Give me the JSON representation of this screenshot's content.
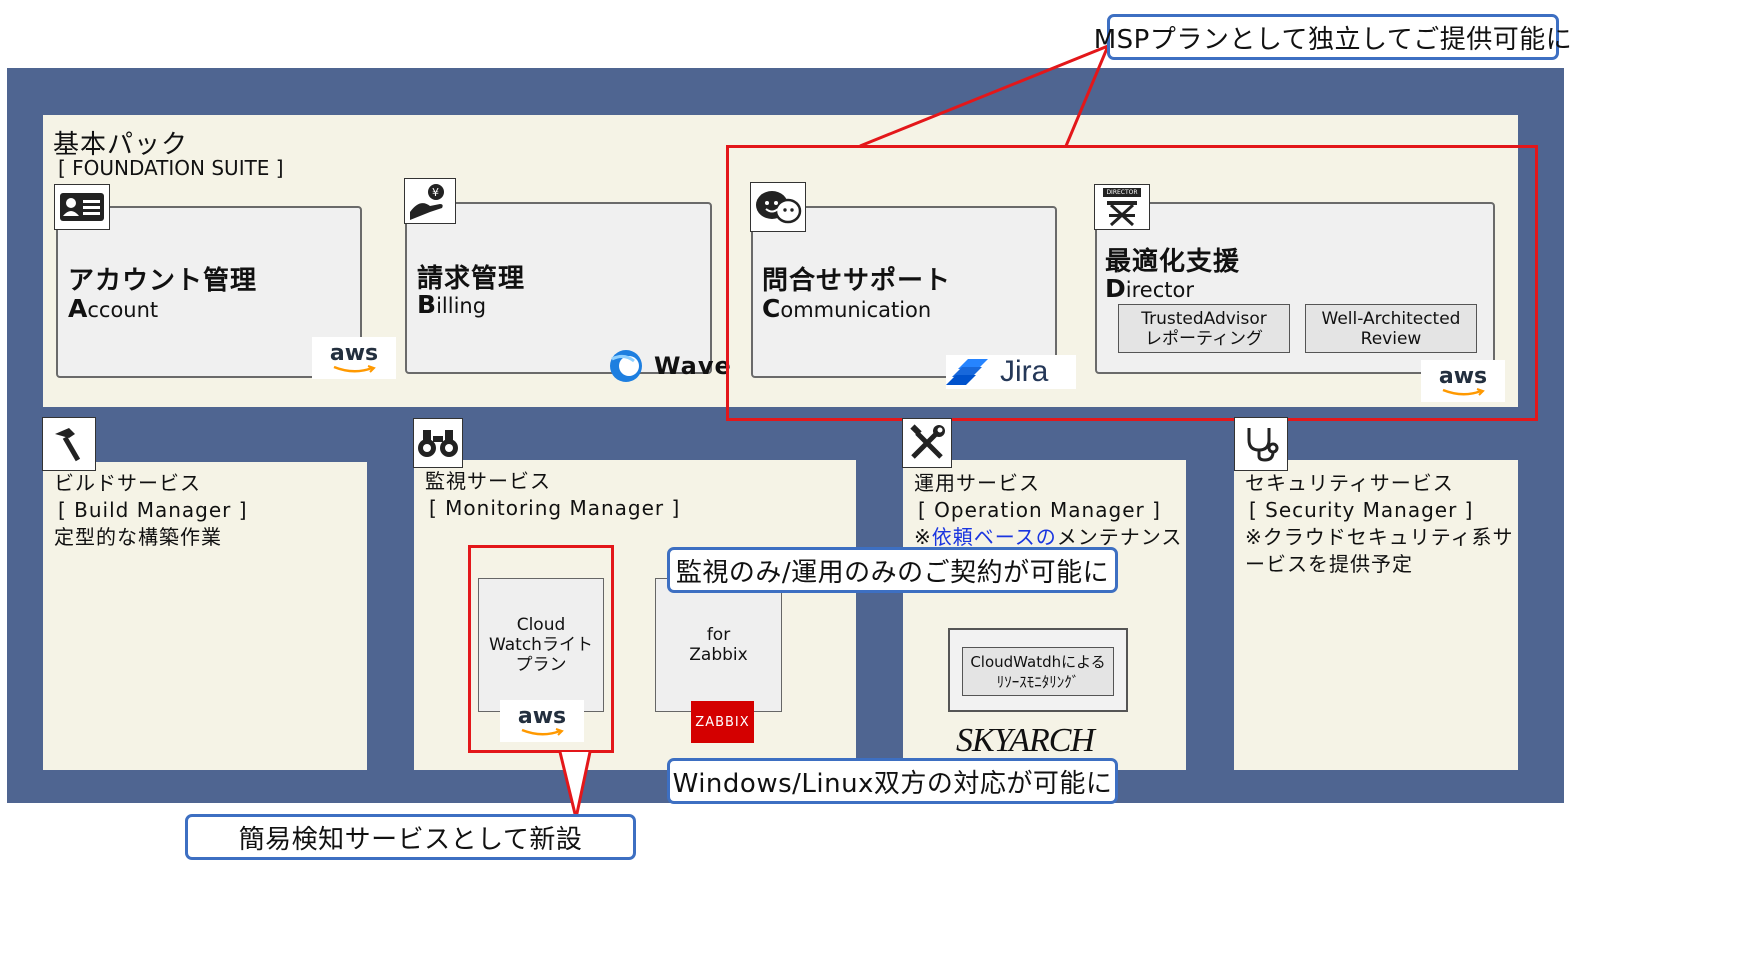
{
  "callouts": {
    "msp": "MSPプランとして独立してご提供可能に",
    "contract": "監視のみ/運用のみのご契約が可能に",
    "os": "Windows/Linux双方の対応が可能に",
    "simple": "簡易検知サービスとして新設"
  },
  "foundation": {
    "title": "基本パック",
    "subtitle": "[ FOUNDATION SUITE ]",
    "account": {
      "jp": "アカウント管理",
      "initial": "A",
      "rest": "ccount",
      "logo": "aws"
    },
    "billing": {
      "jp": "請求管理",
      "initial": "B",
      "rest": "illing",
      "logo": "Wave"
    },
    "communication": {
      "jp": "問合せサポート",
      "initial": "C",
      "rest": "ommunication",
      "logo": "Jira"
    },
    "director": {
      "jp": "最適化支援",
      "initial": "D",
      "rest": "irector",
      "logo": "aws",
      "icon_label": "DIRECTOR",
      "sub1_line1": "TrustedAdvisor",
      "sub1_line2": "レポーティング",
      "sub2_line1": "Well-Architected",
      "sub2_line2": "Review"
    }
  },
  "build": {
    "line1": "ビルドサービス",
    "line2": "[ Build Manager ]",
    "line3": "定型的な構築作業"
  },
  "monitoring": {
    "line1": "監視サービス",
    "line2": "[ Monitoring Manager ]",
    "cw_line1": "Cloud",
    "cw_line2": "Watchライト",
    "cw_line3": "プラン",
    "cw_logo": "aws",
    "zb_line1": "for",
    "zb_line2": "Zabbix",
    "zb_logo": "ZABBIX"
  },
  "operation": {
    "line1": "運用サービス",
    "line2": "[ Operation Manager ]",
    "line3_prefix": "※",
    "line3_link": "依頼ベースの",
    "line3_suffix": "メンテナンス",
    "box_line1": "CloudWatdhによる",
    "box_line2": "ﾘｿｰｽﾓﾆﾀﾘﾝｸﾞ",
    "logo": "SKYARCH"
  },
  "security": {
    "line1": "セキュリティサービス",
    "line2": "[ Security Manager ]",
    "line3": "※クラウドセキュリティ系サ",
    "line4": "ービスを提供予定"
  },
  "colors": {
    "navy": "#4f6591",
    "cream": "#f5f3e6",
    "red": "#e3171a",
    "callout_border": "#3d6fc2",
    "link_blue": "#1a35e0",
    "zabbix_red": "#d40000"
  }
}
